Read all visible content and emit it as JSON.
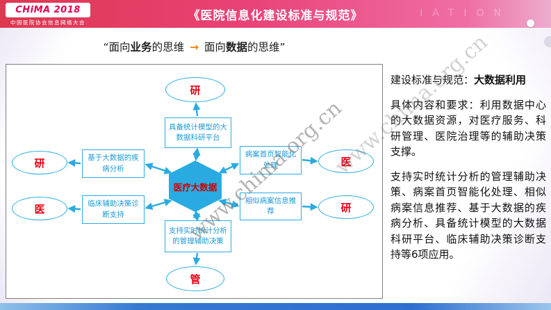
{
  "colors": {
    "header_gradient_left": "#dd3850",
    "header_gradient_right": "#edaccd",
    "diagram_blue": "#29abe2",
    "node_label_red": "#e60012",
    "hexagon_text_red": "#cf0000",
    "arrow_orange": "#f08300",
    "footer_blue": "#2f6fd0"
  },
  "header": {
    "logo_title": "CHiMA 2018",
    "logo_subtitle": "中国医院协会信息网络大会",
    "title": "《医院信息化建设标准与规范》",
    "watermark_letters": "IATION"
  },
  "subtitle": {
    "part1": "“面向",
    "bold1": "业务",
    "part2": "的思维 ",
    "arrow": "→",
    "part3": " 面向",
    "bold2": "数据",
    "part4": "的思维”"
  },
  "watermark": "www.chima.org.cn",
  "diagram": {
    "center_label": "医疗大数据",
    "ellipses": {
      "top": "研",
      "left_top": "研",
      "left_bottom": "医",
      "right_top": "医",
      "right_bottom": "研",
      "bottom": "管"
    },
    "boxes": {
      "top": "具备统计模型的大数据科研平台",
      "left_top": "基于大数据的疾病分析",
      "left_bottom": "临床辅助决策诊断支持",
      "right_top": "病案首页智能化处理",
      "right_bottom": "相似病案信息推荐",
      "bottom": "支持实时统计分析的管理辅助决策"
    }
  },
  "panel": {
    "heading_prefix": "建设标准与规范：",
    "heading_bold": "大数据利用",
    "para1": "具体内容和要求：利用数据中心的大数据资源，对医疗服务、科研管理、医院治理等的辅助决策支撑。",
    "para2": "支持实时统计分析的管理辅助决策、病案首页智能化处理、相似病案信息推荐、基于大数据的疾病分析、具备统计模型的大数据科研平台、临床辅助决策诊断支持等6项应用。"
  }
}
